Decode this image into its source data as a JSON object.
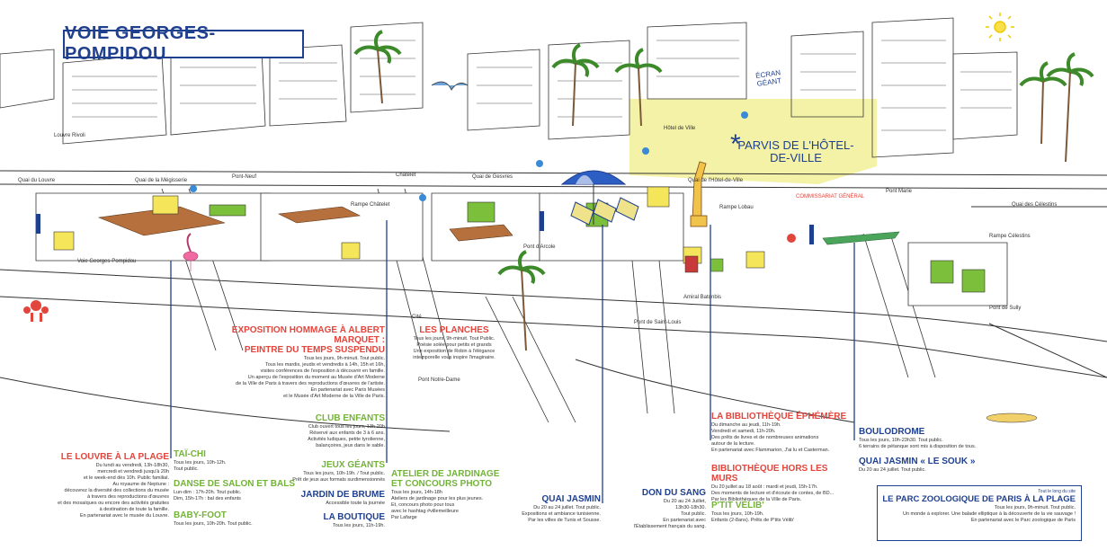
{
  "title": "VOIE GEORGES-POMPIDOU",
  "colors": {
    "accent_blue": "#1f3f8f",
    "red": "#e2453c",
    "green": "#74b33a",
    "yellow_highlight": "#f3f2a6",
    "ink": "#333333"
  },
  "map_labels": {
    "ecran_geant": "ÉCRAN GÉANT",
    "parvis": "PARVIS DE L'HÔTEL-DE-VILLE",
    "commissariat": "COMMISSARIAT GÉNÉRAL",
    "pont_saint_louis": "Pont de Saint-Louis",
    "quai_du_louvre": "Quai du Louvre",
    "quai_megisserie": "Quai de la Mégisserie",
    "pont_neuf": "Pont-Neuf",
    "chatelet": "Châtelet",
    "quai_gesvres": "Quai de Gesvres",
    "quai_hotel_de_ville": "Quai de l'Hôtel-de-Ville",
    "voie_gp": "Voie Georges-Pompidou",
    "rampe_chatelet": "Rampe Châtelet",
    "rampe_lobau": "Rampe Lobau",
    "amiral_batonbis": "Amiral Batonbis",
    "cite": "Cité",
    "pont_sully": "Pont de Sully",
    "quai_celestins": "Quai des Célestins",
    "rampe_celestins": "Rampe Célestins",
    "pont_marie": "Pont Marie",
    "louvre": "Louvre Rivoli",
    "hotel_de_ville": "Hôtel de Ville",
    "pont_arcole": "Pont d'Arcole",
    "pont_notre_dame": "Pont Notre-Dame"
  },
  "blocks": {
    "louvre_plage": {
      "h": "LE LOUVRE À LA PLAGE",
      "t": "Du lundi au vendredi, 13h-18h30,\nmercredi et vendredi jusqu'à 20h\net le week-end dès 10h. Public familial.\nAu royaume de Neptune :\ndécouvrez la diversité des collections du musée\nà travers des reproductions d'œuvres\net des mosaïques ou encore des activités gratuites\nà destination de toute la famille.\nEn partenariat avec le musée du Louvre."
    },
    "taichi": {
      "h": "TAÏ-CHI",
      "t": "Tous les jours, 10h-12h.\nTout public."
    },
    "danse": {
      "h": "DANSE DE SALON ET BALS",
      "t": "Lun-dim : 17h-20h. Tout public.\nDim, 15h-17h : bal des enfants"
    },
    "babyfoot": {
      "h": "BABY-FOOT",
      "t": "Tous les jours, 10h-20h. Tout public."
    },
    "marquet": {
      "h": "EXPOSITION HOMMAGE À ALBERT MARQUET :\nPEINTRE DU TEMPS SUSPENDU",
      "t": "Tous les jours, 9h-minuit. Tout public.\nTous les mardis, jeudis et vendredis à 14h, 15h et 16h,\nvisites conférences de l'exposition à découvrir en famille.\nUn aperçu de l'exposition du moment au Musée d'Art Moderne\nde la Ville de Paris à travers des reproductions d'œuvres de l'artiste.\nEn partenariat avec Paris Musées\net le Musée d'Art Moderne de la Ville de Paris."
    },
    "club": {
      "h": "CLUB ENFANTS",
      "t": "Club ouvert tous les jours, 13h-20h\nRéservé aux enfants de 3 à 6 ans.\nActivités ludiques, petite tyrolienne,\nbalançoires, jeux dans le sable."
    },
    "jeux": {
      "h": "JEUX GÉANTS",
      "t": "Tous les jours, 10h-19h. / Tout public.\nPrêt de jeux aux formats surdimensionnés"
    },
    "brume": {
      "h": "JARDIN DE BRUME",
      "t": "Accessible toute la journée"
    },
    "boutique": {
      "h": "LA BOUTIQUE",
      "t": "Tous les jours, 11h-19h."
    },
    "planches": {
      "h": "LES PLANCHES",
      "t": "Tous les jours, 9h-minuit. Tout Public.\nPoésie solée pour petits et grands\nUne exposition de Robin à l'élégance\nintemporelle vous inspire l'imaginaire."
    },
    "atelier": {
      "h": "ATELIER DE JARDINAGE\nET CONCOURS PHOTO",
      "t": "Tous les jours, 14h-18h\nAteliers de jardinage pour les plus jeunes.\nEt, concours photo pour tous\navec le hashtag #villemeilleure\nPar Lafarge"
    },
    "quai_jasmin": {
      "h": "QUAI JASMIN",
      "t": "Du 20 au 24 juillet. Tout public.\nExpositions et ambiance tunisienne.\nPar les villes de Tunis et Sousse."
    },
    "don_sang": {
      "h": "DON DU SANG",
      "t": "Du 20 au 24 Juillet,\n13h30-18h30.\nTout public.\nEn partenariat avec\nl'Établissement français du sang."
    },
    "bibliotheque": {
      "h": "LA BIBLIOTHÈQUE ÉPHÉMÈRE",
      "t": "Du dimanche au jeudi, 11h-19h.\nVendredi et samedi, 11h-20h.\nDes prêts de livres et de nombreuses animations\nautour de la lecture.\nEn partenariat avec Flammarion, J'ai lu et Casterman."
    },
    "hors_murs": {
      "h": "BIBLIOTHÈQUE HORS LES MURS",
      "t": "Du 20 juillet au 18 août : mardi et jeudi, 15h-17h.\nDes moments de lecture et d'écoute de contes, de BD...\nPar les Bibliothèques de la Ville de Paris."
    },
    "ptit_velib": {
      "h": "P'TIT VÉLIB'",
      "t": "Tous les jours, 10h-19h.\nEnfants (2-8ans). Prêts de P'tits Vélib'"
    },
    "boulodrome": {
      "h": "BOULODROME",
      "t": "Tous les jours, 10h-23h30. Tout public.\n6 terrains de pétanque sont mis à disposition de tous."
    },
    "souk": {
      "h": "QUAI JASMIN « LE SOUK »",
      "t": "Du 20 au 24 juillet. Tout public."
    },
    "zoo": {
      "pre": "Tout le long du site",
      "h": "LE PARC ZOOLOGIQUE DE PARIS À LA PLAGE",
      "t": "Tous les jours, 9h-minuit. Tout public.",
      "t2": "Un monde à explorer. Une balade elliptique à la découverte de la vie sauvage !",
      "t3": "En partenariat avec le Parc zoologique de Paris"
    }
  }
}
